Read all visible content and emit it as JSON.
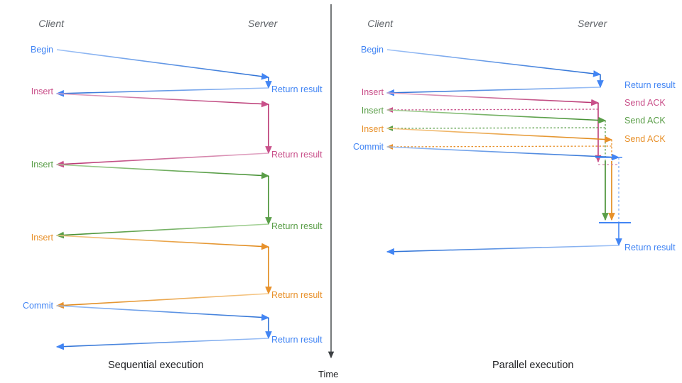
{
  "figure": {
    "type": "sequence-diagram",
    "panels": [
      {
        "id": "sequential",
        "caption": "Sequential execution",
        "actors": {
          "left": "Client",
          "right": "Server"
        },
        "messages": [
          {
            "label": "Begin",
            "side": "client",
            "color": "#4285f4",
            "style": "solid"
          },
          {
            "label": "Return result",
            "side": "server",
            "color": "#4285f4",
            "style": "solid"
          },
          {
            "label": "Insert",
            "side": "client",
            "color": "#c9508a",
            "style": "solid"
          },
          {
            "label": "Return result",
            "side": "server",
            "color": "#c9508a",
            "style": "solid"
          },
          {
            "label": "Insert",
            "side": "client",
            "color": "#5a9e48",
            "style": "solid"
          },
          {
            "label": "Return result",
            "side": "server",
            "color": "#5a9e48",
            "style": "solid"
          },
          {
            "label": "Insert",
            "side": "client",
            "color": "#e8912b",
            "style": "solid"
          },
          {
            "label": "Return result",
            "side": "server",
            "color": "#e8912b",
            "style": "solid"
          },
          {
            "label": "Commit",
            "side": "client",
            "color": "#4285f4",
            "style": "solid"
          },
          {
            "label": "Return result",
            "side": "server",
            "color": "#4285f4",
            "style": "solid"
          }
        ]
      },
      {
        "id": "parallel",
        "caption": "Parallel execution",
        "actors": {
          "left": "Client",
          "right": "Server"
        },
        "messages": [
          {
            "label": "Begin",
            "side": "client",
            "color": "#4285f4",
            "style": "solid"
          },
          {
            "label": "Return result",
            "side": "server",
            "color": "#4285f4",
            "style": "solid"
          },
          {
            "label": "Insert",
            "side": "client",
            "color": "#c9508a",
            "style": "solid"
          },
          {
            "label": "Send ACK",
            "side": "server",
            "color": "#c9508a",
            "style": "dotted"
          },
          {
            "label": "Insert",
            "side": "client",
            "color": "#5a9e48",
            "style": "solid"
          },
          {
            "label": "Send ACK",
            "side": "server",
            "color": "#5a9e48",
            "style": "dotted"
          },
          {
            "label": "Insert",
            "side": "client",
            "color": "#e8912b",
            "style": "solid"
          },
          {
            "label": "Send ACK",
            "side": "server",
            "color": "#e8912b",
            "style": "dotted"
          },
          {
            "label": "Commit",
            "side": "client",
            "color": "#4285f4",
            "style": "solid"
          },
          {
            "label": "Return result",
            "side": "server",
            "color": "#4285f4",
            "style": "solid"
          }
        ]
      }
    ],
    "time_axis": {
      "label": "Time",
      "direction": "downward"
    }
  },
  "left_panel": {
    "actor_client": "Client",
    "actor_server": "Server",
    "caption": "Sequential execution",
    "m1_begin": "Begin",
    "m1_return": "Return result",
    "m2_insert": "Insert",
    "m2_return": "Return result",
    "m3_insert": "Insert",
    "m3_return": "Return result",
    "m4_insert": "Insert",
    "m4_return": "Return result",
    "m5_commit": "Commit",
    "m5_return": "Return result"
  },
  "right_panel": {
    "actor_client": "Client",
    "actor_server": "Server",
    "caption": "Parallel execution",
    "m1_begin": "Begin",
    "m1_return": "Return result",
    "m2_insert": "Insert",
    "m2_ack": "Send ACK",
    "m3_insert": "Insert",
    "m3_ack": "Send ACK",
    "m4_insert": "Insert",
    "m4_ack": "Send ACK",
    "m5_commit": "Commit",
    "m5_return": "Return result"
  },
  "divider": {
    "time_label": "Time"
  },
  "colors": {
    "blue": "#4285f4",
    "pink": "#c9508a",
    "green": "#5a9e48",
    "orange": "#e8912b",
    "actor_gray": "#5f6368",
    "axis_black": "#3c4043",
    "background": "#ffffff"
  }
}
